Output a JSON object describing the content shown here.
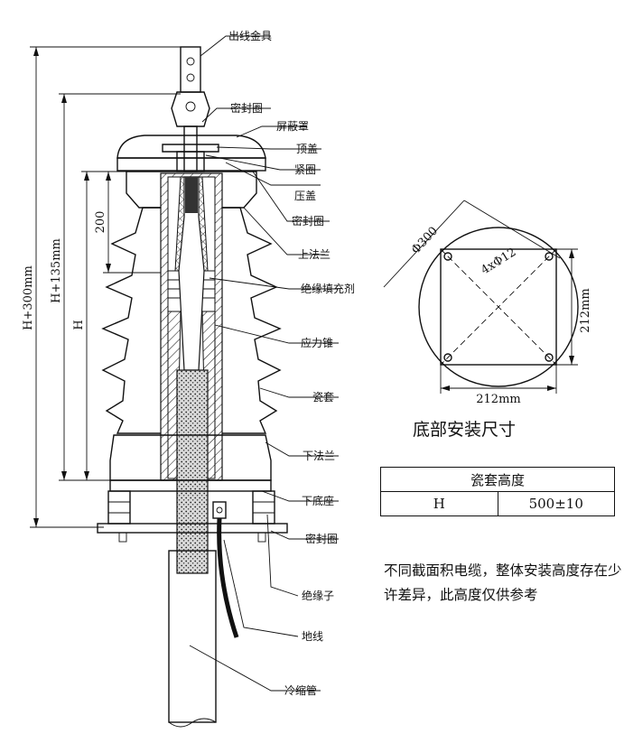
{
  "callouts": {
    "outlet_fitting": "出线金具",
    "seal_ring_top": "密封圈",
    "shield_cover": "屏蔽罩",
    "top_cover": "顶盖",
    "tight_ring": "紧圈",
    "pressure_cover": "压盖",
    "seal_ring_mid": "密封圈",
    "upper_flange": "上法兰",
    "insulating_filler": "绝缘填充剂",
    "stress_cone": "应力锥",
    "porcelain_sleeve": "瓷套",
    "lower_flange": "下法兰",
    "lower_base": "下底座",
    "seal_ring_bottom": "密封圈",
    "insulator": "绝缘子",
    "ground_wire": "地线",
    "cold_shrink_tube": "冷缩管"
  },
  "dimensions": {
    "h_plus_300": "H+300mm",
    "h_plus_135": "H+135mm",
    "h": "H",
    "d200": "200"
  },
  "mounting": {
    "title": "底部安装尺寸",
    "diameter": "Φ300",
    "holes": "4xΦ12",
    "width": "212mm",
    "height": "212mm"
  },
  "table": {
    "header": "瓷套高度",
    "rows": [
      {
        "key": "H",
        "value": "500±10"
      }
    ]
  },
  "note": "不同截面积电缆，整体安装高度存在少许差异，此高度仅供参考"
}
